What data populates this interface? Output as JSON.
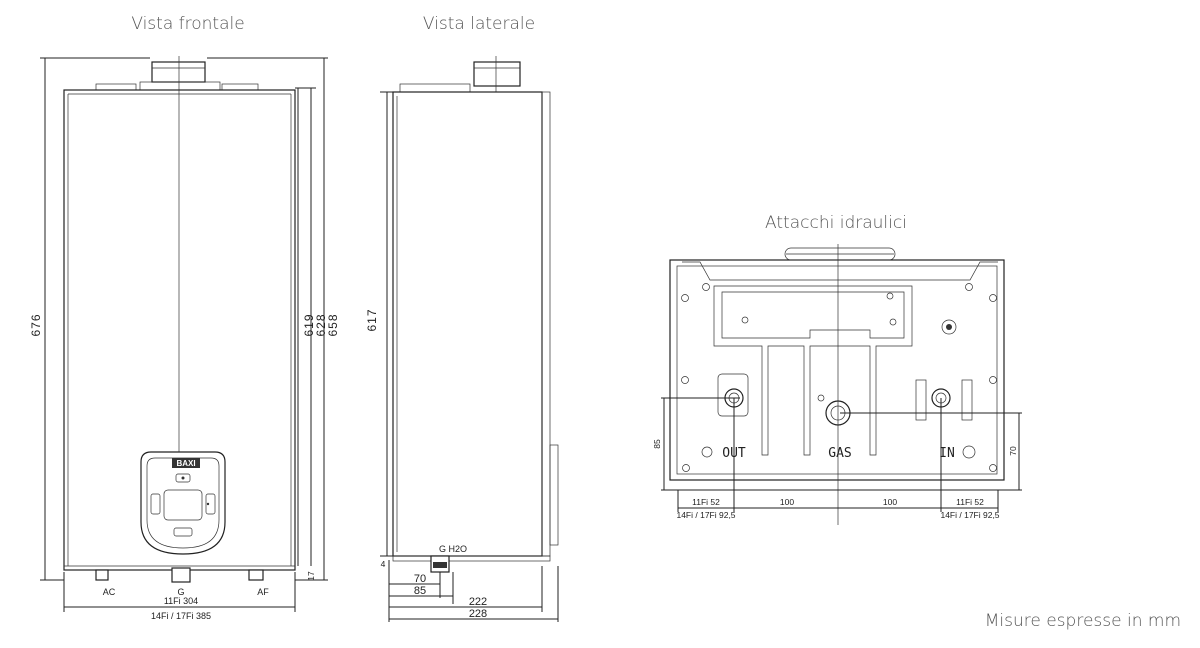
{
  "titles": {
    "front": "Vista frontale",
    "side": "Vista laterale",
    "connections": "Attacchi idraulici"
  },
  "footer": "Misure espresse in mm",
  "front": {
    "height_total": "676",
    "height_a": "619",
    "height_b": "628",
    "height_c": "658",
    "bottom_gap": "17",
    "label_ac": "AC",
    "label_g": "G",
    "label_af": "AF",
    "width_11fi": "11Fi 304",
    "width_14fi": "14Fi / 17Fi 385",
    "logo": "BAXI"
  },
  "side": {
    "height": "617",
    "bottom_gap": "4",
    "label_gh2o": "G H2O",
    "dim_70": "70",
    "dim_85": "85",
    "dim_222": "222",
    "dim_228": "228"
  },
  "connections": {
    "label_out": "OUT",
    "label_gas": "GAS",
    "label_in": "IN",
    "dim_85": "85",
    "dim_70": "70",
    "dim_100_left": "100",
    "dim_100_right": "100",
    "dim_11fi_left": "11Fi 52",
    "dim_11fi_right": "11Fi 52",
    "dim_14fi_left": "14Fi / 17Fi 92,5",
    "dim_14fi_right": "14Fi / 17Fi 92,5"
  }
}
